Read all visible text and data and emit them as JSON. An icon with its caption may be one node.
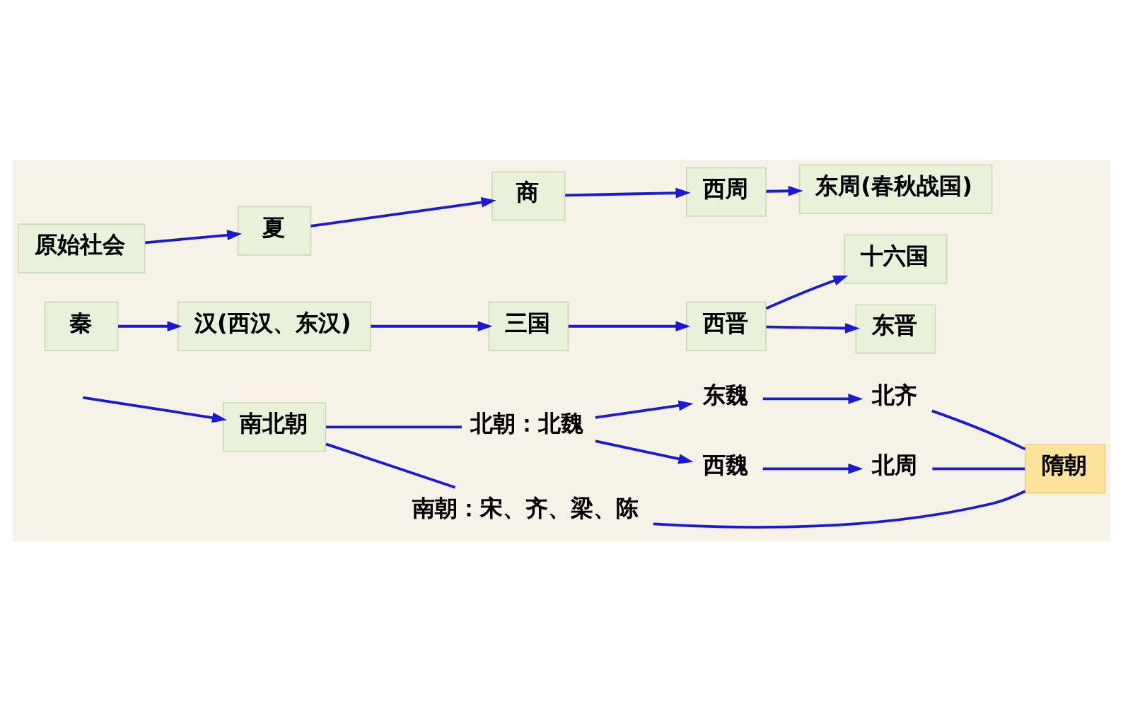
{
  "diagram": {
    "nodes": [
      {
        "text": [
          "原始社会"
        ]
      },
      {
        "text": [
          "夏"
        ]
      },
      {
        "text": [
          "商"
        ]
      },
      {
        "text": [
          "西周"
        ]
      },
      {
        "text": [
          "东周(春秋战国)"
        ]
      },
      {
        "text": [
          "秦"
        ]
      },
      {
        "text": [
          "汉(西汉、东汉)"
        ]
      },
      {
        "text": [
          "三国"
        ]
      },
      {
        "text": [
          "西晋"
        ]
      },
      {
        "text": [
          "十六国"
        ]
      },
      {
        "text": [
          "东晋"
        ]
      },
      {
        "text": [
          "南北朝"
        ]
      },
      {
        "text": [
          "北朝：北魏"
        ]
      },
      {
        "text": [
          "东魏"
        ]
      },
      {
        "text": [
          "北齐"
        ]
      },
      {
        "text": [
          "西魏"
        ]
      },
      {
        "text": [
          "北周"
        ]
      },
      {
        "text": [
          "南朝：宋、齐、梁、陈"
        ]
      },
      {
        "text": [
          "隋朝"
        ]
      }
    ],
    "edges": [
      {
        "from": 0,
        "to": 1,
        "arrow": "to"
      },
      {
        "from": 1,
        "to": 2,
        "arrow": "to"
      },
      {
        "from": 2,
        "to": 3,
        "arrow": "to"
      },
      {
        "from": 3,
        "to": 4,
        "arrow": "to"
      },
      {
        "from": 5,
        "to": 6,
        "arrow": "to"
      },
      {
        "from": 6,
        "to": 7,
        "arrow": "to"
      },
      {
        "from": 7,
        "to": 8,
        "arrow": "to"
      },
      {
        "from": 8,
        "to": 9,
        "arrow": "to"
      },
      {
        "from": 8,
        "to": 10,
        "arrow": "to"
      },
      {
        "from": null,
        "to": 11,
        "arrow": "to"
      },
      {
        "from": 11,
        "to": 12,
        "arrow": "none"
      },
      {
        "from": 11,
        "to": 17,
        "arrow": "none"
      },
      {
        "from": 12,
        "to": 13,
        "arrow": "to"
      },
      {
        "from": 12,
        "to": 15,
        "arrow": "to"
      },
      {
        "from": 13,
        "to": 14,
        "arrow": "to"
      },
      {
        "from": 15,
        "to": 16,
        "arrow": "to"
      },
      {
        "from": 14,
        "to": 18,
        "arrow": "none"
      },
      {
        "from": 16,
        "to": 18,
        "arrow": "none"
      },
      {
        "from": 17,
        "to": 18,
        "arrow": "none"
      }
    ]
  }
}
